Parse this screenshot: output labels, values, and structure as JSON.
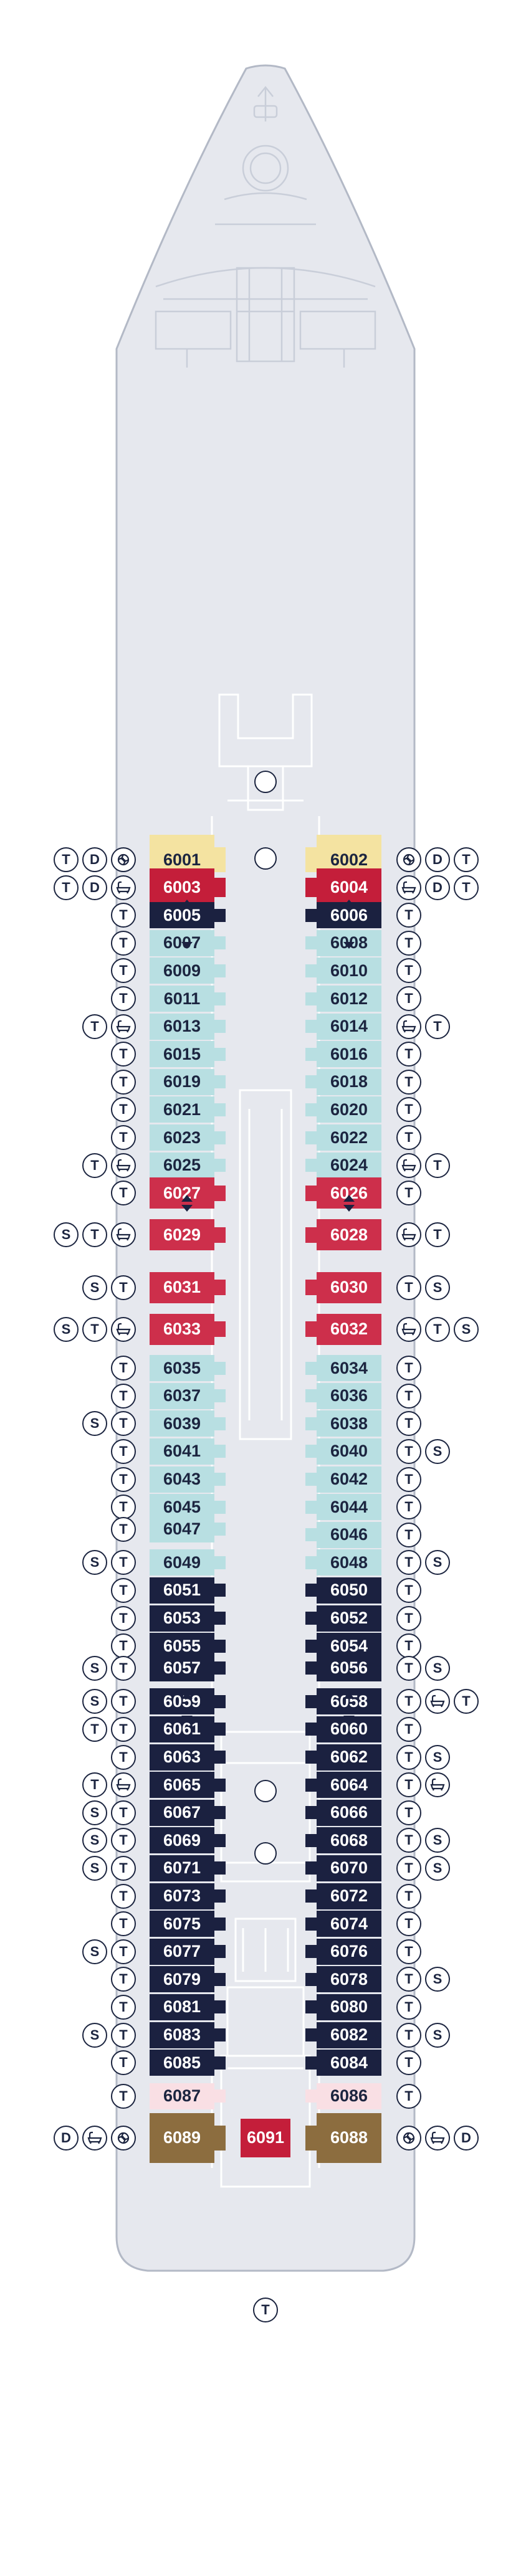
{
  "colors": {
    "hull": "#e6e8ee",
    "hull_outline": "#b3b9c6",
    "inside": "#b8dfe2",
    "oceanview": "#f4e3a1",
    "balcony_dark": "#1b2140",
    "balcony_red": "#cd2f4b",
    "suite_red": "#c41e3a",
    "accessible_pink": "#f9dfe4",
    "bronze": "#8c6d3f",
    "icon": "#1c2540"
  },
  "icon_names": {
    "T": "tv-icon",
    "D": "dining-icon",
    "S": "sofa-icon",
    "bath": "bathtub-icon",
    "spa": "spa-icon"
  },
  "legend_letters": {
    "T": "T",
    "D": "D",
    "S": "S"
  },
  "cabins": [
    {
      "id": "6001",
      "side": "left",
      "row": 0,
      "type": "oceanview",
      "icons": [
        "T",
        "D",
        "spa"
      ]
    },
    {
      "id": "6002",
      "side": "right",
      "row": 0,
      "type": "oceanview",
      "icons": [
        "spa",
        "D",
        "T"
      ]
    },
    {
      "id": "6003",
      "side": "left",
      "row": 1,
      "type": "suite",
      "icons": [
        "T",
        "D",
        "bath"
      ]
    },
    {
      "id": "6004",
      "side": "right",
      "row": 1,
      "type": "suite",
      "icons": [
        "bath",
        "D",
        "T"
      ]
    },
    {
      "id": "6005",
      "side": "left",
      "row": 2,
      "type": "balcony_dark",
      "icons": [
        "T"
      ]
    },
    {
      "id": "6006",
      "side": "right",
      "row": 2,
      "type": "balcony_dark",
      "icons": [
        "T"
      ]
    },
    {
      "id": "6007",
      "side": "left",
      "row": 3,
      "type": "inside",
      "icons": [
        "T"
      ]
    },
    {
      "id": "6008",
      "side": "right",
      "row": 3,
      "type": "inside",
      "icons": [
        "T"
      ]
    },
    {
      "id": "6009",
      "side": "left",
      "row": 4,
      "type": "inside",
      "icons": [
        "T"
      ]
    },
    {
      "id": "6010",
      "side": "right",
      "row": 4,
      "type": "inside",
      "icons": [
        "T"
      ]
    },
    {
      "id": "6011",
      "side": "left",
      "row": 5,
      "type": "inside",
      "icons": [
        "T"
      ]
    },
    {
      "id": "6012",
      "side": "right",
      "row": 5,
      "type": "inside",
      "icons": [
        "T"
      ]
    },
    {
      "id": "6013",
      "side": "left",
      "row": 6,
      "type": "inside",
      "icons": [
        "T",
        "bath"
      ]
    },
    {
      "id": "6014",
      "side": "right",
      "row": 6,
      "type": "inside",
      "icons": [
        "bath",
        "T"
      ]
    },
    {
      "id": "6015",
      "side": "left",
      "row": 7,
      "type": "inside",
      "icons": [
        "T"
      ]
    },
    {
      "id": "6016",
      "side": "right",
      "row": 7,
      "type": "inside",
      "icons": [
        "T"
      ]
    },
    {
      "id": "6019",
      "side": "left",
      "row": 8,
      "type": "inside",
      "icons": [
        "T"
      ]
    },
    {
      "id": "6018",
      "side": "right",
      "row": 8,
      "type": "inside",
      "icons": [
        "T"
      ]
    },
    {
      "id": "6021",
      "side": "left",
      "row": 9,
      "type": "inside",
      "icons": [
        "T"
      ]
    },
    {
      "id": "6020",
      "side": "right",
      "row": 9,
      "type": "inside",
      "icons": [
        "T"
      ]
    },
    {
      "id": "6023",
      "side": "left",
      "row": 10,
      "type": "inside",
      "icons": [
        "T"
      ]
    },
    {
      "id": "6022",
      "side": "right",
      "row": 10,
      "type": "inside",
      "icons": [
        "T"
      ]
    },
    {
      "id": "6025",
      "side": "left",
      "row": 11,
      "type": "inside",
      "icons": [
        "T",
        "bath"
      ]
    },
    {
      "id": "6024",
      "side": "right",
      "row": 11,
      "type": "inside",
      "icons": [
        "bath",
        "T"
      ]
    },
    {
      "id": "6027",
      "side": "left",
      "row": 12,
      "type": "balcony_red",
      "icons": [
        "T"
      ]
    },
    {
      "id": "6026",
      "side": "right",
      "row": 12,
      "type": "balcony_red",
      "icons": [
        "T"
      ]
    },
    {
      "id": "6029",
      "side": "left",
      "row": 13.5,
      "type": "balcony_red",
      "icons": [
        "S",
        "T",
        "bath"
      ]
    },
    {
      "id": "6028",
      "side": "right",
      "row": 13.5,
      "type": "balcony_red",
      "icons": [
        "bath",
        "T"
      ]
    },
    {
      "id": "6031",
      "side": "left",
      "row": 15.4,
      "type": "balcony_red",
      "icons": [
        "S",
        "T"
      ]
    },
    {
      "id": "6030",
      "side": "right",
      "row": 15.4,
      "type": "balcony_red",
      "icons": [
        "T",
        "S"
      ]
    },
    {
      "id": "6033",
      "side": "left",
      "row": 16.9,
      "type": "balcony_red",
      "icons": [
        "S",
        "T",
        "bath"
      ]
    },
    {
      "id": "6032",
      "side": "right",
      "row": 16.9,
      "type": "balcony_red",
      "icons": [
        "bath",
        "T",
        "S"
      ]
    },
    {
      "id": "6035",
      "side": "left",
      "row": 18.3,
      "type": "inside",
      "icons": [
        "T"
      ]
    },
    {
      "id": "6034",
      "side": "right",
      "row": 18.3,
      "type": "inside",
      "icons": [
        "T"
      ]
    },
    {
      "id": "6037",
      "side": "left",
      "row": 19.3,
      "type": "inside",
      "icons": [
        "T"
      ]
    },
    {
      "id": "6036",
      "side": "right",
      "row": 19.3,
      "type": "inside",
      "icons": [
        "T"
      ]
    },
    {
      "id": "6039",
      "side": "left",
      "row": 20.3,
      "type": "inside",
      "icons": [
        "S",
        "T"
      ]
    },
    {
      "id": "6038",
      "side": "right",
      "row": 20.3,
      "type": "inside",
      "icons": [
        "T"
      ]
    },
    {
      "id": "6041",
      "side": "left",
      "row": 21.3,
      "type": "inside",
      "icons": [
        "T"
      ]
    },
    {
      "id": "6040",
      "side": "right",
      "row": 21.3,
      "type": "inside",
      "icons": [
        "T",
        "S"
      ]
    },
    {
      "id": "6043",
      "side": "left",
      "row": 22.3,
      "type": "inside",
      "icons": [
        "T"
      ]
    },
    {
      "id": "6042",
      "side": "right",
      "row": 22.3,
      "type": "inside",
      "icons": [
        "T"
      ]
    },
    {
      "id": "6045",
      "side": "left",
      "row": 23.3,
      "type": "inside",
      "icons": [
        "T"
      ]
    },
    {
      "id": "6044",
      "side": "right",
      "row": 23.3,
      "type": "inside",
      "icons": [
        "T"
      ]
    },
    {
      "id": "6047",
      "side": "left",
      "row": 24.1,
      "type": "inside",
      "icons": [
        "T"
      ]
    },
    {
      "id": "6046",
      "side": "right",
      "row": 24.3,
      "type": "inside",
      "icons": [
        "T"
      ]
    },
    {
      "id": "6049",
      "side": "left",
      "row": 25.3,
      "type": "inside",
      "icons": [
        "S",
        "T"
      ]
    },
    {
      "id": "6048",
      "side": "right",
      "row": 25.3,
      "type": "inside",
      "icons": [
        "T",
        "S"
      ]
    },
    {
      "id": "6051",
      "side": "left",
      "row": 26.3,
      "type": "balcony_dark",
      "icons": [
        "T"
      ]
    },
    {
      "id": "6050",
      "side": "right",
      "row": 26.3,
      "type": "balcony_dark",
      "icons": [
        "T"
      ]
    },
    {
      "id": "6053",
      "side": "left",
      "row": 27.3,
      "type": "balcony_dark",
      "icons": [
        "T"
      ]
    },
    {
      "id": "6052",
      "side": "right",
      "row": 27.3,
      "type": "balcony_dark",
      "icons": [
        "T"
      ]
    },
    {
      "id": "6055",
      "side": "left",
      "row": 28.3,
      "type": "balcony_dark",
      "icons": [
        "T"
      ]
    },
    {
      "id": "6054",
      "side": "right",
      "row": 28.3,
      "type": "balcony_dark",
      "icons": [
        "T"
      ]
    },
    {
      "id": "6057",
      "side": "left",
      "row": 29.1,
      "type": "balcony_dark",
      "icons": [
        "S",
        "T"
      ]
    },
    {
      "id": "6056",
      "side": "right",
      "row": 29.1,
      "type": "balcony_dark",
      "icons": [
        "T",
        "S"
      ]
    },
    {
      "id": "6059",
      "side": "left",
      "row": 30.3,
      "type": "balcony_dark",
      "icons": [
        "S",
        "T"
      ]
    },
    {
      "id": "6058",
      "side": "right",
      "row": 30.3,
      "type": "balcony_dark",
      "icons": [
        "T",
        "bath",
        "T"
      ]
    },
    {
      "id": "6061",
      "side": "left",
      "row": 31.3,
      "type": "balcony_dark",
      "icons": [
        "T",
        "T"
      ]
    },
    {
      "id": "6060",
      "side": "right",
      "row": 31.3,
      "type": "balcony_dark",
      "icons": [
        "T"
      ]
    },
    {
      "id": "6063",
      "side": "left",
      "row": 32.3,
      "type": "balcony_dark",
      "icons": [
        "T"
      ]
    },
    {
      "id": "6062",
      "side": "right",
      "row": 32.3,
      "type": "balcony_dark",
      "icons": [
        "T",
        "S"
      ]
    },
    {
      "id": "6065",
      "side": "left",
      "row": 33.3,
      "type": "balcony_dark",
      "icons": [
        "T",
        "bath"
      ]
    },
    {
      "id": "6064",
      "side": "right",
      "row": 33.3,
      "type": "balcony_dark",
      "icons": [
        "T",
        "bath"
      ]
    },
    {
      "id": "6067",
      "side": "left",
      "row": 34.3,
      "type": "balcony_dark",
      "icons": [
        "S",
        "T"
      ]
    },
    {
      "id": "6066",
      "side": "right",
      "row": 34.3,
      "type": "balcony_dark",
      "icons": [
        "T"
      ]
    },
    {
      "id": "6069",
      "side": "left",
      "row": 35.3,
      "type": "balcony_dark",
      "icons": [
        "S",
        "T"
      ]
    },
    {
      "id": "6068",
      "side": "right",
      "row": 35.3,
      "type": "balcony_dark",
      "icons": [
        "T",
        "S"
      ]
    },
    {
      "id": "6071",
      "side": "left",
      "row": 36.3,
      "type": "balcony_dark",
      "icons": [
        "S",
        "T"
      ]
    },
    {
      "id": "6070",
      "side": "right",
      "row": 36.3,
      "type": "balcony_dark",
      "icons": [
        "T",
        "S"
      ]
    },
    {
      "id": "6073",
      "side": "left",
      "row": 37.3,
      "type": "balcony_dark",
      "icons": [
        "T"
      ]
    },
    {
      "id": "6072",
      "side": "right",
      "row": 37.3,
      "type": "balcony_dark",
      "icons": [
        "T"
      ]
    },
    {
      "id": "6075",
      "side": "left",
      "row": 38.3,
      "type": "balcony_dark",
      "icons": [
        "T"
      ]
    },
    {
      "id": "6074",
      "side": "right",
      "row": 38.3,
      "type": "balcony_dark",
      "icons": [
        "T"
      ]
    },
    {
      "id": "6077",
      "side": "left",
      "row": 39.3,
      "type": "balcony_dark",
      "icons": [
        "S",
        "T"
      ]
    },
    {
      "id": "6076",
      "side": "right",
      "row": 39.3,
      "type": "balcony_dark",
      "icons": [
        "T"
      ]
    },
    {
      "id": "6079",
      "side": "left",
      "row": 40.3,
      "type": "balcony_dark",
      "icons": [
        "T"
      ]
    },
    {
      "id": "6078",
      "side": "right",
      "row": 40.3,
      "type": "balcony_dark",
      "icons": [
        "T",
        "S"
      ]
    },
    {
      "id": "6081",
      "side": "left",
      "row": 41.3,
      "type": "balcony_dark",
      "icons": [
        "T"
      ]
    },
    {
      "id": "6080",
      "side": "right",
      "row": 41.3,
      "type": "balcony_dark",
      "icons": [
        "T"
      ]
    },
    {
      "id": "6083",
      "side": "left",
      "row": 42.3,
      "type": "balcony_dark",
      "icons": [
        "S",
        "T"
      ]
    },
    {
      "id": "6082",
      "side": "right",
      "row": 42.3,
      "type": "balcony_dark",
      "icons": [
        "T",
        "S"
      ]
    },
    {
      "id": "6085",
      "side": "left",
      "row": 43.3,
      "type": "balcony_dark",
      "icons": [
        "T"
      ]
    },
    {
      "id": "6084",
      "side": "right",
      "row": 43.3,
      "type": "balcony_dark",
      "icons": [
        "T"
      ]
    },
    {
      "id": "6087",
      "side": "left",
      "row": 44.5,
      "type": "accessible",
      "icons": [
        "T"
      ]
    },
    {
      "id": "6086",
      "side": "right",
      "row": 44.5,
      "type": "accessible",
      "icons": [
        "T"
      ]
    },
    {
      "id": "6089",
      "side": "left",
      "row": 46.0,
      "type": "bronze",
      "icons": [
        "D",
        "bath",
        "spa"
      ]
    },
    {
      "id": "6088",
      "side": "right",
      "row": 46.0,
      "type": "bronze",
      "icons": [
        "spa",
        "bath",
        "D"
      ]
    },
    {
      "id": "6091",
      "side": "center",
      "row": 46.0,
      "type": "suite",
      "icons": []
    }
  ],
  "stern_icon": "T"
}
